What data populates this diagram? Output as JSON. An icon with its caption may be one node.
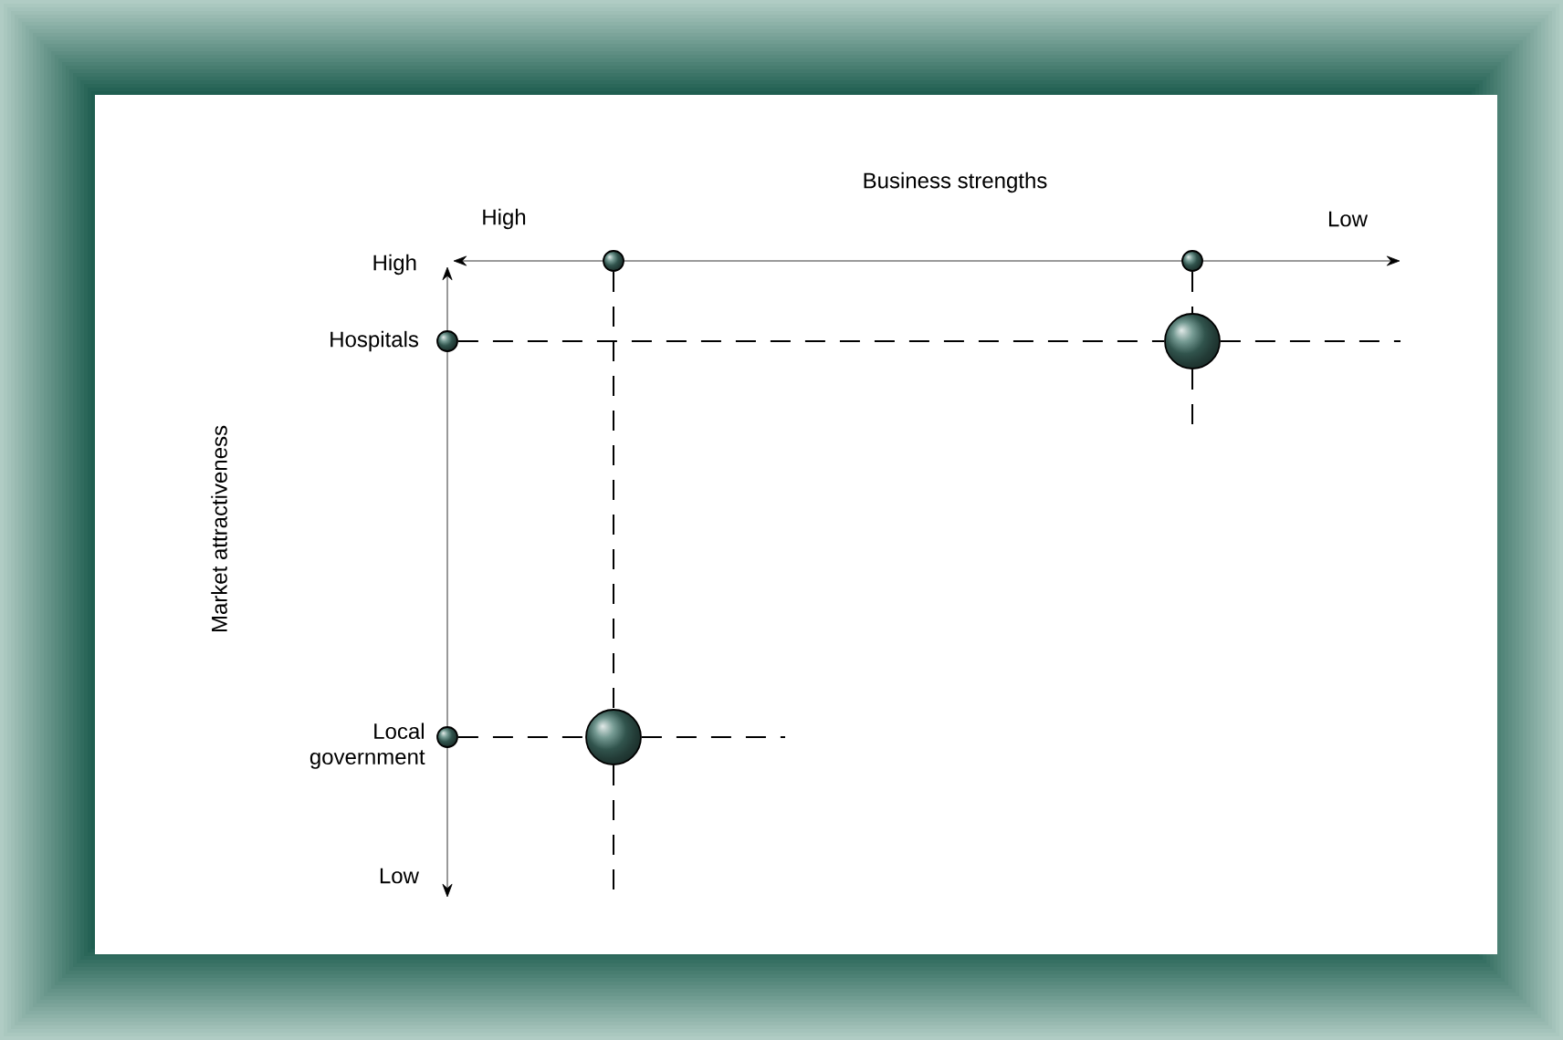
{
  "diagram": {
    "nodes": [
      {
        "text": [],
        "shape": "circle",
        "beside": [
          "Hospitals"
        ]
      },
      {
        "text": [],
        "shape": "circle",
        "beside": [
          "Local government"
        ]
      },
      {
        "text": [],
        "shape": "circle"
      },
      {
        "text": [],
        "shape": "circle"
      },
      {
        "text": [],
        "shape": "circle"
      },
      {
        "text": [],
        "shape": "circle"
      }
    ],
    "edges": [
      {
        "from": 0,
        "to": 4,
        "arrow": "none",
        "style": "dashed"
      },
      {
        "from": 3,
        "to": 4,
        "arrow": "none",
        "style": "dashed"
      },
      {
        "from": 2,
        "to": 5,
        "arrow": "none",
        "style": "dashed"
      },
      {
        "from": 1,
        "to": 5,
        "arrow": "none",
        "style": "dashed"
      }
    ],
    "labels": [
      "Business strengths",
      "High",
      "Low",
      "High",
      "Market attractiveness",
      "Low"
    ]
  }
}
